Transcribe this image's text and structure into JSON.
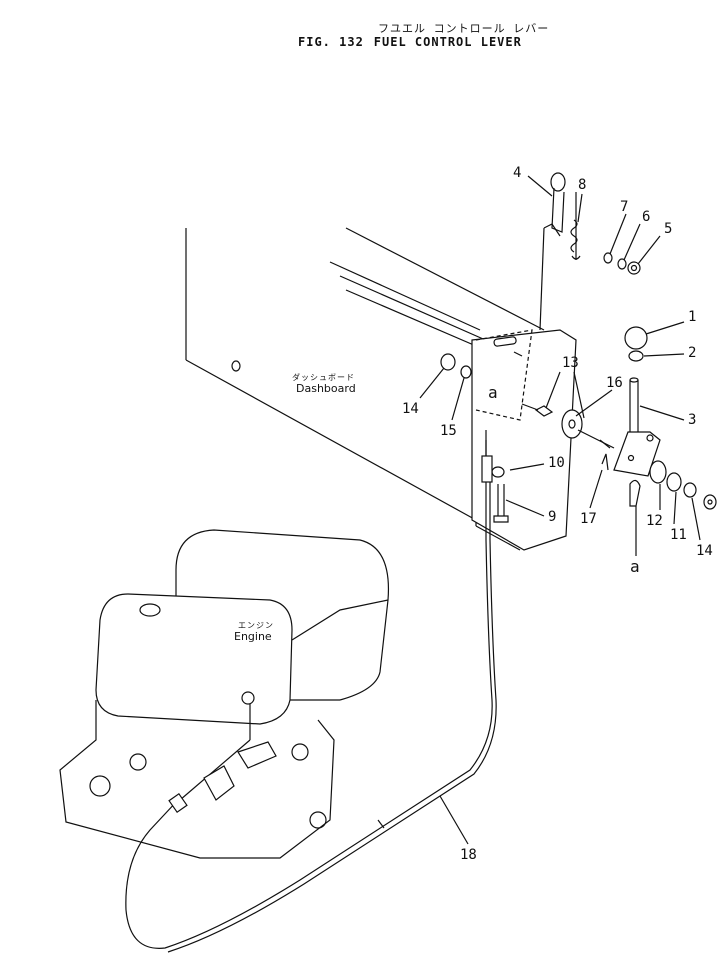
{
  "title": {
    "japanese": "フユエル コントロール レバー",
    "fig_label": "FIG. 132",
    "name": "FUEL CONTROL LEVER"
  },
  "areas": {
    "dashboard_jp": "ダッシュボード",
    "dashboard_en": "Dashboard",
    "engine_jp": "エンジン",
    "engine_en": "Engine"
  },
  "callouts": [
    "1",
    "2",
    "3",
    "4",
    "5",
    "6",
    "7",
    "8",
    "9",
    "10",
    "11",
    "12",
    "13",
    "14",
    "14",
    "15",
    "16",
    "17",
    "18"
  ],
  "connection_marker": "a"
}
